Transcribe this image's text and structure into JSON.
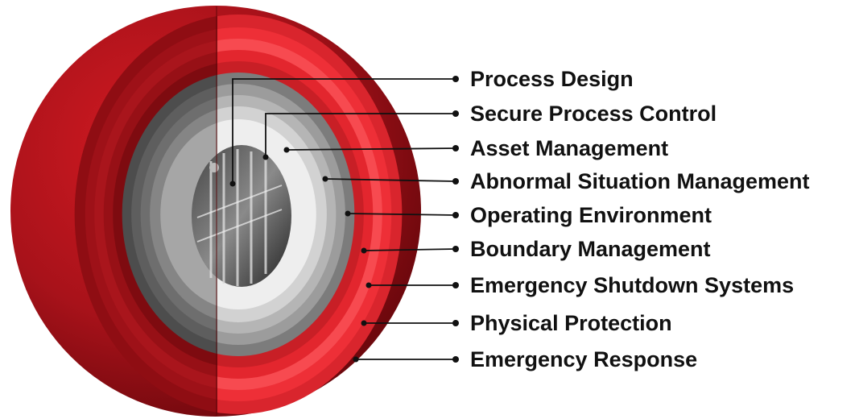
{
  "diagram": {
    "layers": [
      {
        "label": "Process Design"
      },
      {
        "label": "Secure Process Control"
      },
      {
        "label": "Asset Management"
      },
      {
        "label": "Abnormal Situation Management"
      },
      {
        "label": "Operating Environment"
      },
      {
        "label": "Boundary Management"
      },
      {
        "label": "Emergency Shutdown Systems"
      },
      {
        "label": "Physical Protection"
      },
      {
        "label": "Emergency Response"
      }
    ],
    "colors": {
      "outer_shell": "#b0141c",
      "shell_dark": "#7a0a10",
      "red_layer_light": "#f5323a",
      "gray_layer": "#9a9a9a",
      "core": "#2a2a2a",
      "leader_line": "#111111"
    },
    "icons": {
      "core_image": "industrial-plant-photo"
    }
  }
}
